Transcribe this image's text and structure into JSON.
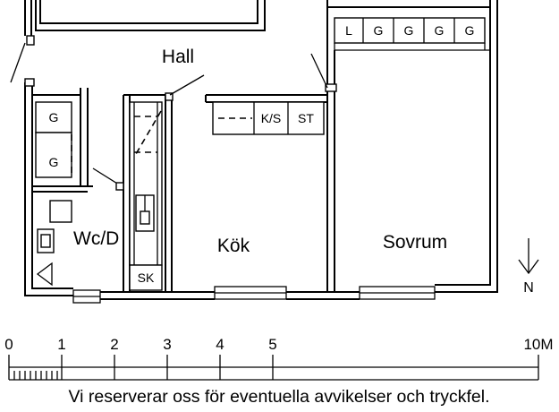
{
  "rooms": {
    "hall": "Hall",
    "kitchen": "Kök",
    "bedroom": "Sovrum",
    "bathroom": "Wc/D"
  },
  "wardrobes": {
    "bedroom_row": [
      "L",
      "G",
      "G",
      "G",
      "G"
    ],
    "bath_top": "G",
    "bath_bottom": "G"
  },
  "kitchen_units": {
    "fridge_freezer": "K/S",
    "stove": "ST",
    "cabinet": "SK"
  },
  "north_label": "N",
  "scale": {
    "ticks": [
      "0",
      "1",
      "2",
      "3",
      "4",
      "5",
      "10M"
    ]
  },
  "disclaimer": "Vi reserverar oss för eventuella avvikelser och tryckfel."
}
